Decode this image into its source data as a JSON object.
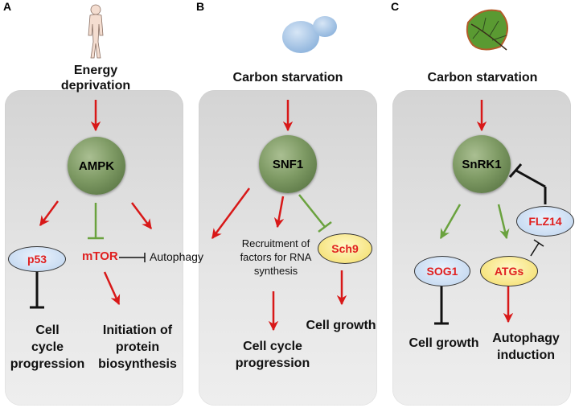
{
  "panels": {
    "a": {
      "letter": "A",
      "stimulus": [
        "Energy",
        "deprivation"
      ],
      "kinase": "AMPK",
      "p53": "p53",
      "mtor": "mTOR",
      "autophagy": "Autophagy",
      "cell_cycle": [
        "Cell",
        "cycle",
        "progression"
      ],
      "initiation": [
        "Initiation of",
        "protein",
        "biosynthesis"
      ]
    },
    "b": {
      "letter": "B",
      "stimulus": "Carbon starvation",
      "kinase": "SNF1",
      "recruitment": [
        "Recruitment of",
        "factors for RNA",
        "synthesis"
      ],
      "sch9": "Sch9",
      "cell_growth": "Cell growth",
      "cell_cycle": [
        "Cell cycle",
        "progression"
      ]
    },
    "c": {
      "letter": "C",
      "stimulus": "Carbon starvation",
      "kinase": "SnRK1",
      "flz14": "FLZ14",
      "sog1": "SOG1",
      "atgs": "ATGs",
      "cell_growth": "Cell growth",
      "autophagy": [
        "Autophagy",
        "induction"
      ]
    }
  },
  "colors": {
    "activation_arrow": "#d81818",
    "green_arrow": "#6aa23e",
    "inhibition": "#111111",
    "highlight_text": "#e02020"
  },
  "icons": [
    "human-figure-icon",
    "yeast-cell-icon",
    "leaf-icon"
  ]
}
